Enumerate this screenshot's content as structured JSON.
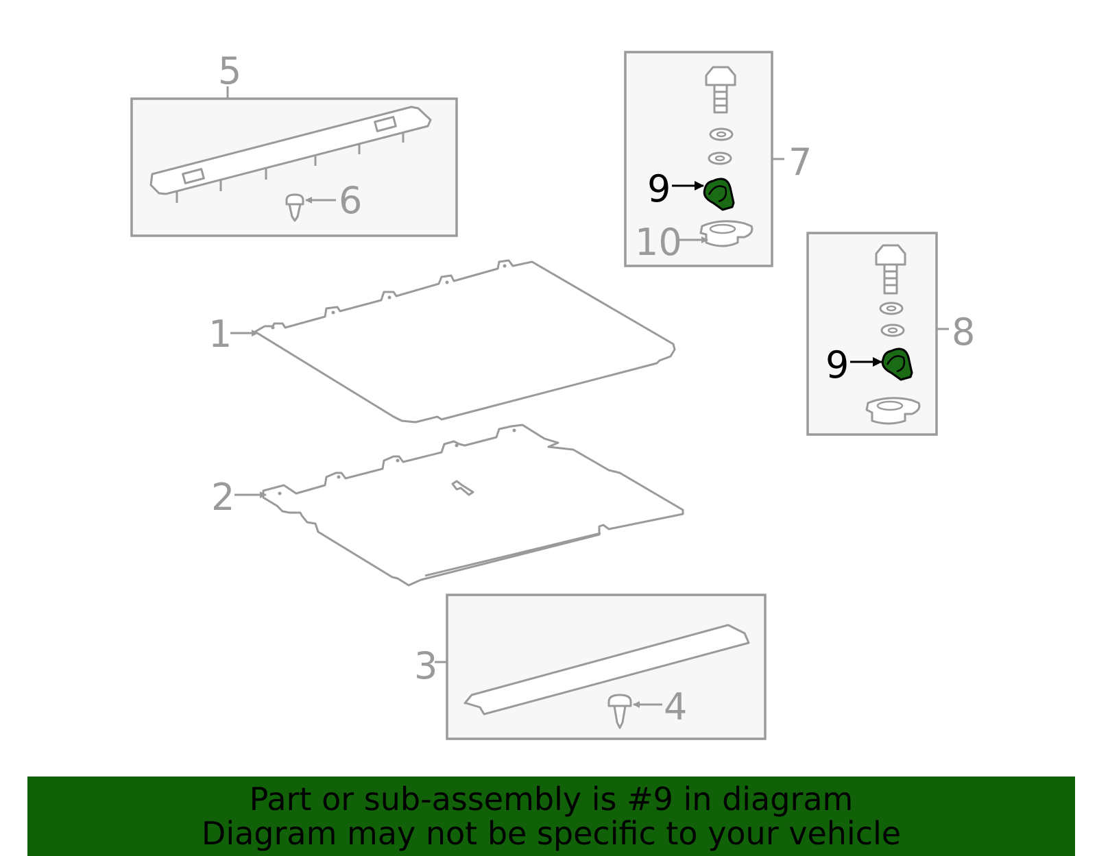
{
  "diagram": {
    "callouts": {
      "c1": "1",
      "c2": "2",
      "c3": "3",
      "c4": "4",
      "c5": "5",
      "c6": "6",
      "c7": "7",
      "c8": "8",
      "c9a": "9",
      "c9b": "9",
      "c10": "10"
    },
    "highlighted_part": "9",
    "highlight_color": "#1a6a16"
  },
  "banner": {
    "line1": "Part or sub-assembly is #9 in diagram",
    "line2": "Diagram may not be specific to your vehicle",
    "background": "#116109"
  }
}
